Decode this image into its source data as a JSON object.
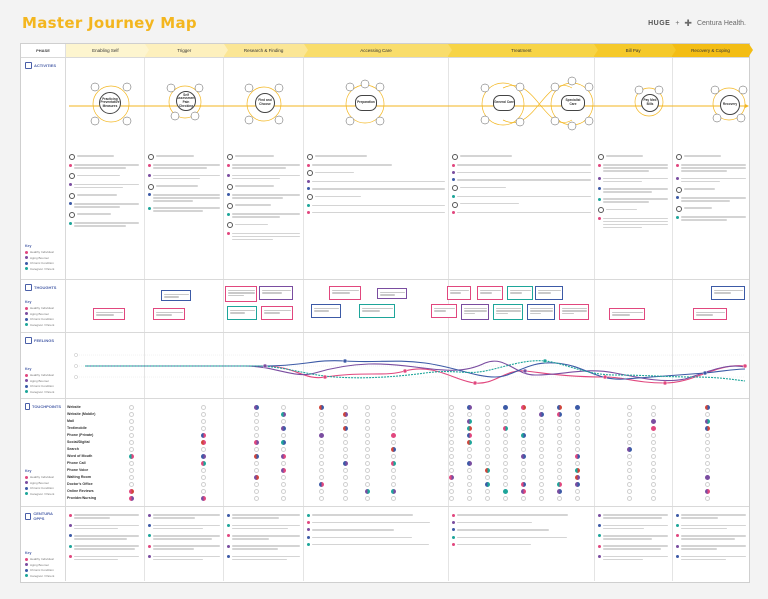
{
  "header": {
    "title": "Master Journey Map",
    "brand_huge": "HUGE",
    "brand_sep": "+",
    "brand_centura": "Centura Health."
  },
  "phase_label": "PHASE",
  "phases": [
    {
      "label": "Enabling Self",
      "color": "#fdf5cf"
    },
    {
      "label": "Trigger",
      "color": "#fdf0bd"
    },
    {
      "label": "Research & Finding",
      "color": "#fbe695"
    },
    {
      "label": "Accessing Care",
      "color": "#f9dd6b"
    },
    {
      "label": "Treatment",
      "color": "#f7d446"
    },
    {
      "label": "Bill Pay",
      "color": "#f5c92a"
    },
    {
      "label": "Recovery & Coping",
      "color": "#f3bd14"
    }
  ],
  "rows": {
    "activities": "ACTIVITIES",
    "thoughts": "THOUGHTS",
    "feelings": "FEELINGS",
    "touchpoints": "TOUCHPOINTS",
    "opportunities": "CENTURA OPPS"
  },
  "activity_hubs": [
    {
      "label": "Practicing Preventative Measures"
    },
    {
      "label": "Self Assessment Pain Checking"
    },
    {
      "label": "Find and Choose"
    },
    {
      "label": "Preparation"
    },
    {
      "label": "General Care"
    },
    {
      "label": "Specialist Care"
    },
    {
      "label": "Pay Med Bills"
    },
    {
      "label": "Recovery"
    }
  ],
  "key_title": "Key",
  "key_items": [
    {
      "label": "Healthy Individual",
      "color": "#e1477e"
    },
    {
      "label": "Aging Boomer",
      "color": "#7a4da0"
    },
    {
      "label": "Chronic Condition",
      "color": "#3c5aa6"
    },
    {
      "label": "Caregiver / Parent",
      "color": "#1ea59a"
    }
  ],
  "touchpoints": [
    "Website",
    "Website (Mobile)",
    "Mail",
    "Text/mobile",
    "Phone (Private)",
    "Social/Digital",
    "Search",
    "Word of Mouth",
    "Phone Call",
    "Phone Voice",
    "Waiting Room",
    "Doctor's Office",
    "Online Reviews",
    "Provider/Nursing"
  ],
  "colors": {
    "accent": "#f3b61f",
    "label_blue": "#4a5fa8",
    "pink": "#e1477e",
    "purple": "#7a4da0",
    "blue": "#3c5aa6",
    "teal": "#1ea59a",
    "red": "#d0453a"
  }
}
